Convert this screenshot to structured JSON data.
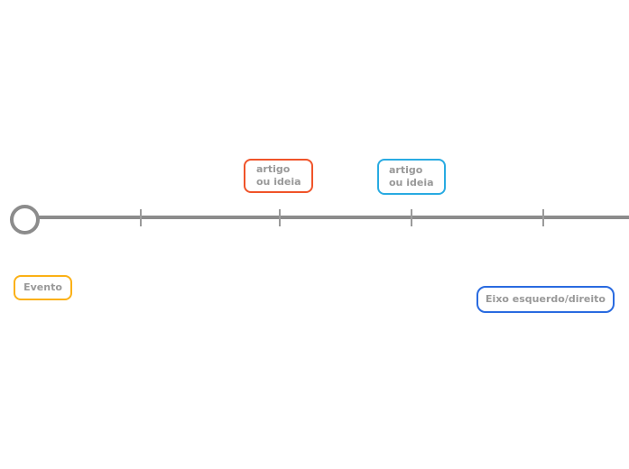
{
  "canvas": {
    "background": "#ffffff",
    "text_color": "#999999"
  },
  "timeline": {
    "type": "horizontal-timeline-axis",
    "axis_color": "#8c8c8c",
    "tick_color": "#9b9b9b",
    "tick_count": 4,
    "start_marker": "circle"
  },
  "nodes": {
    "article_idea_1": {
      "label": "artigo\nou ideia",
      "border_color": "#f0542a"
    },
    "article_idea_2": {
      "label": "artigo\nou ideia",
      "border_color": "#29abe2"
    },
    "event": {
      "label": "Evento",
      "border_color": "#fbb117"
    },
    "axis_label": {
      "label": "Eixo esquerdo/direito",
      "border_color": "#2a6be0"
    }
  }
}
